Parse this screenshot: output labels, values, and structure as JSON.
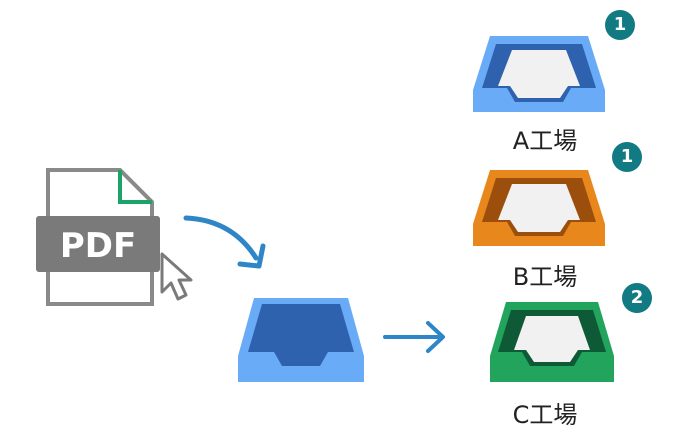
{
  "pdf": {
    "label": "PDF"
  },
  "trays": [
    {
      "label": "A工場",
      "badge": "1",
      "color": "#6AABF7",
      "dark": "#2F62AE"
    },
    {
      "label": "B工場",
      "badge": "1",
      "color": "#E8881C",
      "dark": "#9C4E0C"
    },
    {
      "label": "C工場",
      "badge": "2",
      "color": "#22A45C",
      "dark": "#0E5A36"
    }
  ],
  "colors": {
    "badge": "#117A82",
    "arrow": "#2E86C8",
    "pdf_gray": "#7A7A7A",
    "pdf_corner": "#1BA36A",
    "inbox": "#6AABF7",
    "inbox_dark": "#2F62AE"
  }
}
